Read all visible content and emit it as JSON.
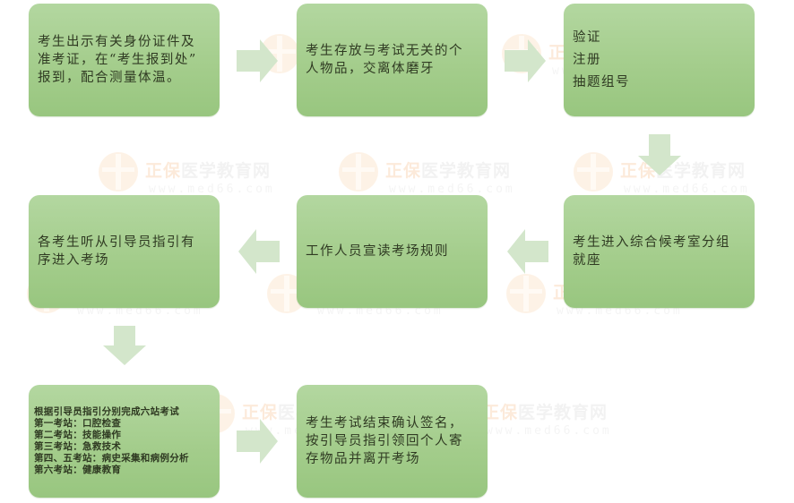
{
  "watermark": {
    "brand_orange": "正保",
    "brand_gray": "医学教育网",
    "url": "www.med66.com"
  },
  "colors": {
    "box_top": "#b3d7a0",
    "box_bottom": "#98c67f",
    "arrow": "#d3e6cb",
    "text": "#2f3a22"
  },
  "steps": [
    {
      "id": 1,
      "text": "考生出示有关身份证件及\n准考证，在“考生报到处”\n报到，配合测量体温。"
    },
    {
      "id": 2,
      "text": "考生存放与考试无关的个\n人物品，交离体磨牙"
    },
    {
      "id": 3,
      "text": "验证\n注册\n抽题组号"
    },
    {
      "id": 4,
      "text": "考生进入综合候考室分组\n就座"
    },
    {
      "id": 5,
      "text": "工作人员宣读考场规则"
    },
    {
      "id": 6,
      "text": "各考生听从引导员指引有\n序进入考场"
    },
    {
      "id": 7,
      "text": "根据引导员指引分别完成六站考试\n第一考站：口腔检查\n第二考站：技能操作\n第三考站：急救技术\n第四、五考站：病史采集和病例分析\n第六考站：健康教育"
    },
    {
      "id": 8,
      "text": "考生考试结束确认签名，\n按引导员指引领回个人寄\n存物品并离开考场"
    }
  ],
  "arrows": [
    {
      "from": 1,
      "to": 2,
      "direction": "right"
    },
    {
      "from": 2,
      "to": 3,
      "direction": "right"
    },
    {
      "from": 3,
      "to": 4,
      "direction": "down"
    },
    {
      "from": 4,
      "to": 5,
      "direction": "left"
    },
    {
      "from": 5,
      "to": 6,
      "direction": "left"
    },
    {
      "from": 6,
      "to": 7,
      "direction": "down"
    },
    {
      "from": 7,
      "to": 8,
      "direction": "right"
    }
  ]
}
